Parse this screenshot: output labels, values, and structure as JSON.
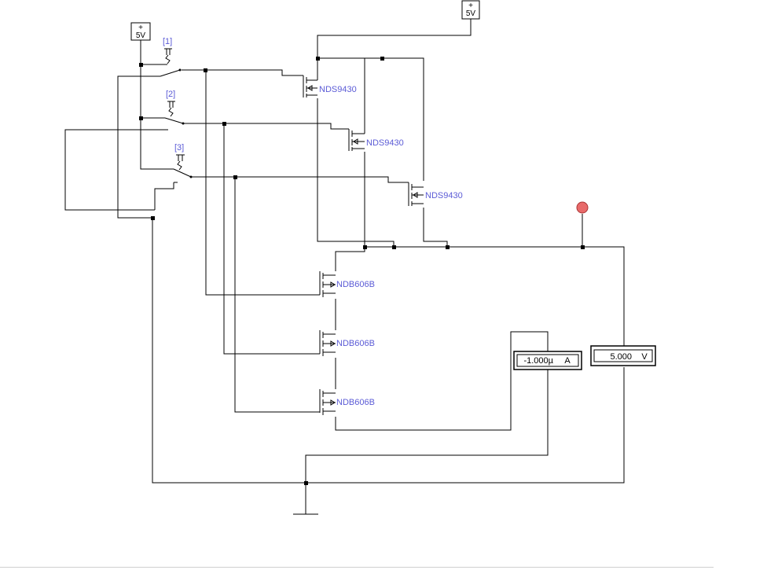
{
  "sources": [
    {
      "id": "vcc-left",
      "plus": "+",
      "value": "5V"
    },
    {
      "id": "vcc-top",
      "plus": "+",
      "value": "5V"
    }
  ],
  "switches": [
    {
      "key": "[1]"
    },
    {
      "key": "[2]"
    },
    {
      "key": "[3]"
    }
  ],
  "pmos": [
    {
      "part": "NDS9430"
    },
    {
      "part": "NDS9430"
    },
    {
      "part": "NDS9430"
    }
  ],
  "nmos": [
    {
      "part": "NDB606B"
    },
    {
      "part": "NDB606B"
    },
    {
      "part": "NDB606B"
    }
  ],
  "ammeter": {
    "reading": "-1.000µ",
    "unit": "A"
  },
  "voltmeter": {
    "reading": "5.000",
    "unit": "V"
  },
  "colors": {
    "probe": "#e86a6a",
    "label": "#5b5bd6"
  }
}
